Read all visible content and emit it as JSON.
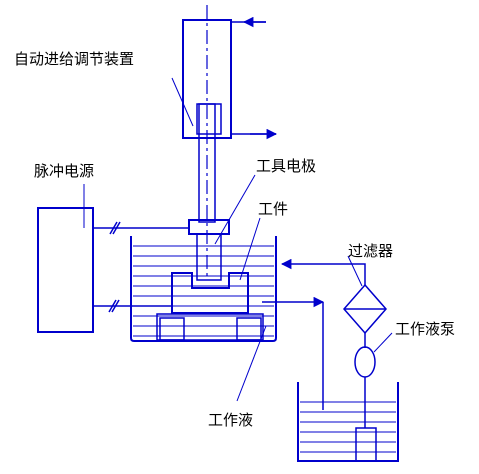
{
  "labels": {
    "feed_device": "自动进给调节装置",
    "pulse_power": "脉冲电源",
    "tool_electrode": "工具电极",
    "workpiece": "工件",
    "filter": "过滤器",
    "pump": "工作液泵",
    "fluid": "工作液"
  },
  "colors": {
    "line": "#0000cc",
    "fill": "#19c39a",
    "text": "#000000"
  }
}
